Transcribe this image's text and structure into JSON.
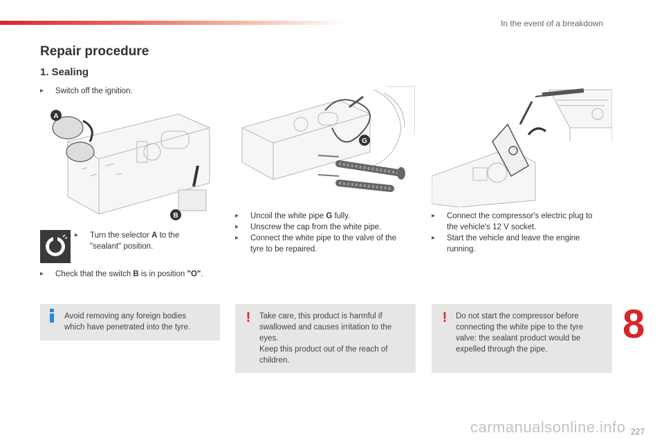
{
  "header": {
    "section_title": "In the event of a breakdown"
  },
  "page": {
    "title": "Repair procedure",
    "subtitle": "1. Sealing",
    "chapter_number": "8",
    "page_number": "227",
    "watermark": "carmanualsonline.info",
    "bullet_glyph": ""
  },
  "column1": {
    "step_switch_off": "Switch off the ignition.",
    "step_turn_selector_line1_pre": "Turn the selector ",
    "step_turn_selector_bold": "A",
    "step_turn_selector_line1_post": " to the",
    "step_turn_selector_line2": "\"sealant\" position.",
    "step_check_pre": "Check that the switch ",
    "step_check_bold": "B",
    "step_check_mid": " is in position ",
    "step_check_bold2": "\"O\"",
    "step_check_post": ".",
    "illus_label_a": "A",
    "illus_label_b": "B",
    "note_line1": "Avoid removing any foreign bodies",
    "note_line2": "which have penetrated into the tyre."
  },
  "column2": {
    "illus_label_g": "G",
    "step_uncoil_pre": "Uncoil the white pipe ",
    "step_uncoil_bold": "G",
    "step_uncoil_post": " fully.",
    "step_unscrew": "Unscrew the cap from the white pipe.",
    "step_connect_line1": "Connect the white pipe to the valve of the",
    "step_connect_line2": "tyre to be repaired.",
    "warning_line1": "Take care, this product is harmful if",
    "warning_line2": "swallowed and causes irritation to the",
    "warning_line3": "eyes.",
    "warning_line4": "Keep this product out of the reach of",
    "warning_line5": "children."
  },
  "column3": {
    "step_plug_line1": "Connect the compressor's electric plug to",
    "step_plug_line2": "the vehicle's 12 V socket.",
    "step_start_line1": "Start the vehicle and leave the engine",
    "step_start_line2": "running.",
    "warning_line1": "Do not start the compressor before",
    "warning_line2": "connecting the white pipe to the tyre",
    "warning_line3": "valve: the sealant product would be",
    "warning_line4": "expelled through the pipe."
  },
  "icons": {
    "info": "info-icon",
    "warning": "warning-icon",
    "selector": "selector-dial-icon"
  },
  "colors": {
    "accent_red": "#d7262e",
    "info_blue": "#1d8fd6",
    "note_bg": "#e6e6e6"
  }
}
